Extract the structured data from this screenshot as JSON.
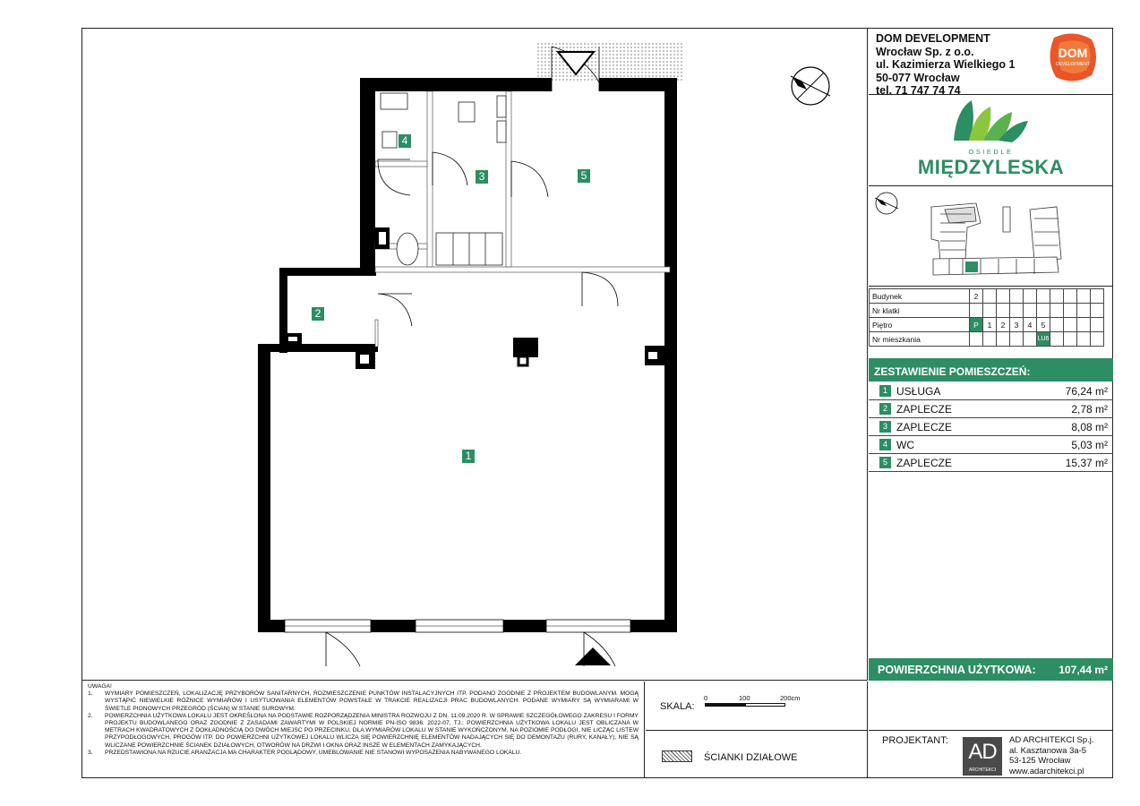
{
  "developer": {
    "name": "DOM DEVELOPMENT",
    "company": "Wrocław Sp. z o.o.",
    "street": "ul. Kazimierza Wielkiego 1",
    "city": "50-077 Wrocław",
    "phone": "tel. 71 747 74 74",
    "logo_text_top": "DOM",
    "logo_text_bottom": "DEVELOPMENT"
  },
  "estate": {
    "subtitle": "OSIEDLE",
    "name": "MIĘDZYLESKA"
  },
  "details": {
    "building_label": "Budynek",
    "building_value": "2",
    "stairwell_label": "Nr klatki",
    "floor_label": "Piętro",
    "floors": [
      "P",
      "1",
      "2",
      "3",
      "4",
      "5"
    ],
    "selected_floor": "P",
    "unit_label": "Nr mieszkania",
    "unit_value": "LU6"
  },
  "rooms_header": "ZESTAWIENIE POMIESZCZEŃ:",
  "rooms": [
    {
      "num": "1",
      "name": "USŁUGA",
      "area": "76,24 m²"
    },
    {
      "num": "2",
      "name": "ZAPLECZE",
      "area": "2,78 m²"
    },
    {
      "num": "3",
      "name": "ZAPLECZE",
      "area": "8,08 m²"
    },
    {
      "num": "4",
      "name": "WC",
      "area": "5,03 m²"
    },
    {
      "num": "5",
      "name": "ZAPLECZE",
      "area": "15,37 m²"
    }
  ],
  "total": {
    "label": "POWIERZCHNIA UŻYTKOWA:",
    "value": "107,44 m²"
  },
  "notes": {
    "heading": "UWAGA!",
    "items": [
      {
        "n": "1.",
        "text": "WYMIARY POMIESZCZEŃ, LOKALIZACJĘ PRZYBORÓW SANITARNYCH, ROZMIESZCZENIE PUNKTÓW INSTALACYJNYCH ITP. PODANO ZGODNIE Z PROJEKTEM BUDOWLANYM. MOGĄ WYSTĄPIĆ NIEWIELKIE RÓŻNICE WYMIARÓW I USYTUOWANIA ELEMENTÓW POWSTAŁE W TRAKCIE REALIZACJI PRAC BUDOWLANYCH. PODANE WYMIARY SĄ WYMIARAMI W ŚWIETLE PIONOWYCH PRZEGRÓD (ŚCIAN) W STANIE SUROWYM."
      },
      {
        "n": "2.",
        "text": "POWIERZCHNIA UŻYTKOWA LOKALU JEST OKREŚLONA NA PODSTAWIE ROZPORZĄDZENIA MINISTRA ROZWOJU Z DN. 11.09.2020 R. W SPRAWIE SZCZEGÓŁOWEGO ZAKRESU I FORMY PROJEKTU BUDOWLANEGO ORAZ ZGODNIE Z ZASADAMI ZAWARTYMI W POLSKIEJ NORMIE PN-ISO 9836: 2022-07, TJ.: POWIERZCHNIA UŻYTKOWA LOKALU JEST OBLICZANA W METRACH KWADRATOWYCH Z DOKŁADNOŚCIĄ DO DWÓCH MIEJSC PO PRZECINKU, DLA WYMIARÓW LOKALU W STANIE WYKOŃCZONYM, NA POZIOMIE PODŁOGI, NIE LICZĄC LISTEW PRZYPODŁOGOWYCH, PROGÓW ITP. DO POWIERZCHNI UŻYTKOWEJ LOKALU WLICZA SIĘ POWIERZCHNIĘ ELEMENTÓW NADAJĄCYCH SIĘ DO DEMONTAŻU (RURY, KANAŁY), NIE SĄ WLICZANE POWIERZCHNIE ŚCIANEK DZIAŁOWYCH, OTWORÓW NA DRZWI I OKNA ORAZ INSZE W ELEMENTACH ZAMYKAJĄCYCH."
      },
      {
        "n": "3.",
        "text": "PRZEDSTAWIONA NA RZUCIE ARANŻACJA MA CHARAKTER POGLĄDOWY, UMEBLOWANIE NIE STANOWI WYPOSAŻENIA NABYWANEGO LOKALU."
      }
    ]
  },
  "scale": {
    "label": "SKALA:",
    "ticks": [
      "0",
      "100",
      "200cm"
    ]
  },
  "legend": {
    "partition_label": "ŚCIANKI DZIAŁOWE"
  },
  "designer": {
    "label": "PROJEKTANT:",
    "logo_text": "AD",
    "logo_sub": "ARCHITEKCI",
    "name": "AD ARCHITEKCI Sp.j.",
    "street": "al. Kasztanowa 3a-5",
    "city": "53-125 Wrocław",
    "web": "www.adarchitekci.pl"
  },
  "plan_labels": [
    "1",
    "2",
    "3",
    "4",
    "5"
  ],
  "colors": {
    "brand_green": "#2c8e62",
    "logo_orange": "#e8562a",
    "wall": "#000000"
  }
}
